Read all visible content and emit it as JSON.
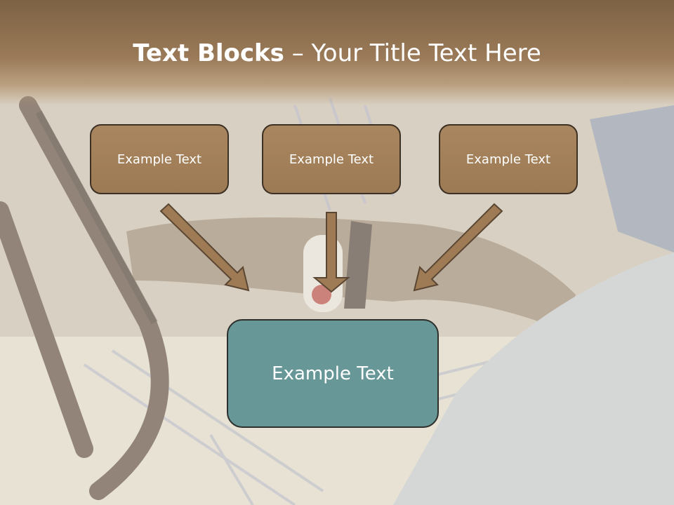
{
  "title": {
    "bold": "Text Blocks",
    "separator": " – ",
    "normal": "Your Title Text Here"
  },
  "blocks": {
    "top": [
      "Example Text",
      "Example Text",
      "Example Text"
    ],
    "bottom": "Example Text"
  },
  "colors": {
    "title_band": "#8b6b4b",
    "top_box_fill": "#a37f59",
    "bottom_box_fill": "#689798",
    "arrow_fill": "#9e7b55",
    "arrow_stroke": "#5a4632"
  }
}
